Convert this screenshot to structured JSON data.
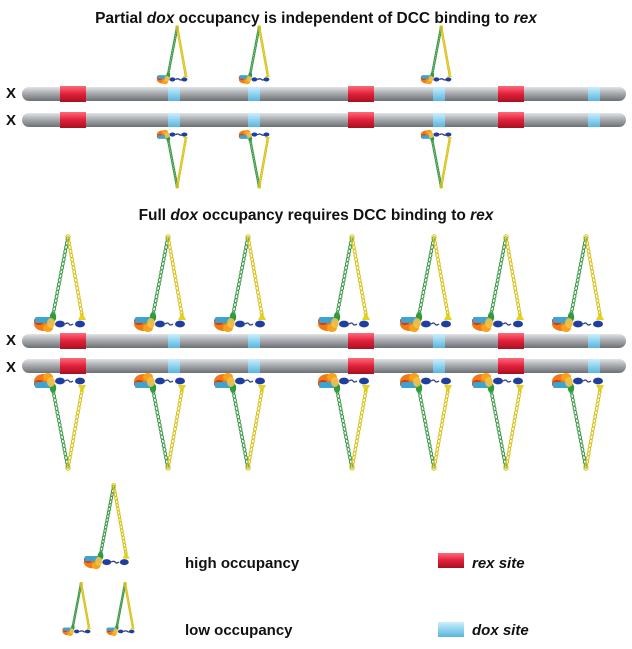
{
  "figure": {
    "title1": {
      "pre": "Partial ",
      "em1": "dox",
      "mid": " occupancy is independent of DCC binding to ",
      "em2": "rex"
    },
    "title2": {
      "pre": "Full ",
      "em1": "dox",
      "mid": " occupancy requires DCC binding to ",
      "em2": "rex"
    },
    "chromosome_label": "X"
  },
  "legend": {
    "high": "high occupancy",
    "low": "low occupancy",
    "rex": "rex site",
    "dox": "dox site"
  },
  "colors": {
    "rex": "#e0203a",
    "dox": "#8fd3f0",
    "chromosome": "#a9acb0",
    "loop_green": "#3f9a4a",
    "loop_yellow": "#d8c21a",
    "complex_orange": "#f07a1a",
    "complex_blue": "#1f3fa0"
  },
  "icons": {
    "complex": "condensin-dcc-icon",
    "rex_box": "rex-site-swatch",
    "dox_box": "dox-site-swatch"
  }
}
